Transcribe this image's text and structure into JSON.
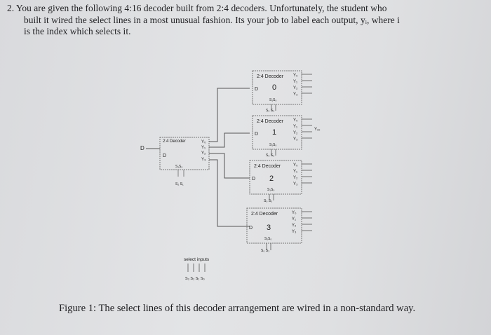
{
  "problem": {
    "line1": "2. You are given the following 4:16 decoder built from 2:4 decoders. Unfortunately, the student who",
    "line2": "built it wired the select lines in a most unusual fashion. Its your job to label each output, yᵢ, where i",
    "line3": "is the index which selects it."
  },
  "diagram": {
    "input_label": "D",
    "main_decoder": {
      "title": "2:4 Decoder",
      "input": "D",
      "outputs": [
        "Y₀",
        "Y₁",
        "Y₂",
        "Y₃"
      ],
      "select": "S₁S₀",
      "select_pins": "S₂ S₁"
    },
    "sub_decoders": [
      {
        "title": "2:4 Decoder",
        "number": "0",
        "input": "D",
        "select": "S₁S₀",
        "select_pins": "S₀ S₃",
        "outputs": [
          "Y₀",
          "Y₁",
          "Y₂",
          "Y₃"
        ]
      },
      {
        "title": "2:4 Decoder",
        "number": "1",
        "input": "D",
        "select": "S₁S₀",
        "select_pins": "S₀ S₃",
        "outputs": [
          "Y₀",
          "Y₁",
          "Y₂",
          "Y₃"
        ]
      },
      {
        "title": "2:4 Decoder",
        "number": "2",
        "input": "D",
        "select": "S₁S₀",
        "select_pins": "S₀ S₃",
        "outputs": [
          "Y₀",
          "Y₁",
          "Y₂",
          "Y₃"
        ]
      },
      {
        "title": "2:4 Decoder",
        "number": "3",
        "input": "D",
        "select": "S₁S₀",
        "select_pins": "S₀ S₃",
        "outputs": [
          "Y₀",
          "Y₁",
          "Y₂",
          "Y₃"
        ]
      }
    ],
    "annotation": "Y₁₀",
    "select_inputs_label": "select inputs",
    "select_inputs_pins": "S₃ S₂ S₁ S₀"
  },
  "caption": "Figure 1: The select lines of this decoder arrangement are wired in a non-standard way."
}
